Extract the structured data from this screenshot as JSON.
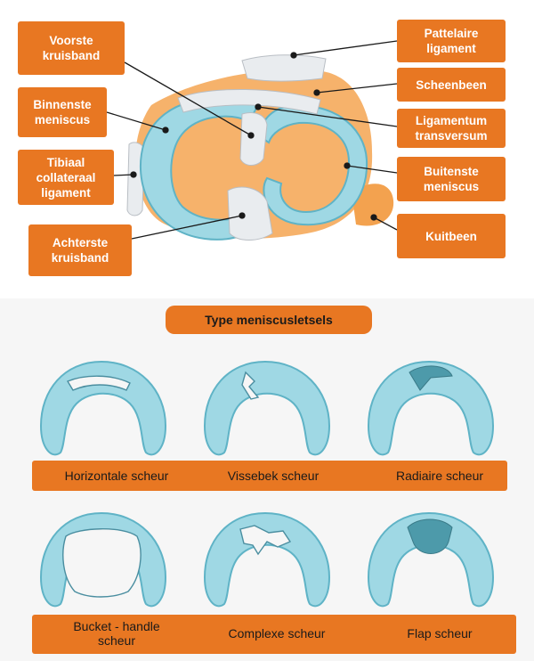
{
  "anatomy": {
    "labels": {
      "anterior_cruciate": "Voorste\nkruisband",
      "medial_meniscus": "Binnenste\nmeniscus",
      "tibial_collateral": "Tibiaal\ncollateraal\nligament",
      "posterior_cruciate": "Achterste\nkruisband",
      "patellar_ligament": "Pattelaire\nligament",
      "tibia": "Scheenbeen",
      "transverse_ligament": "Ligamentum\ntransversum",
      "lateral_meniscus": "Buitenste\nmeniscus",
      "fibula": "Kuitbeen"
    }
  },
  "tears": {
    "title": "Type meniscusletsels",
    "row1": [
      "Horizontale scheur",
      "Vissebek scheur",
      "Radiaire scheur"
    ],
    "row2": [
      "Bucket - handle\nscheur",
      "Complexe scheur",
      "Flap scheur"
    ]
  },
  "colors": {
    "accent": "#e87722",
    "meniscus_fill": "#9fd8e4",
    "meniscus_edge": "#5fb3c6",
    "bone": "#f6b26b"
  }
}
